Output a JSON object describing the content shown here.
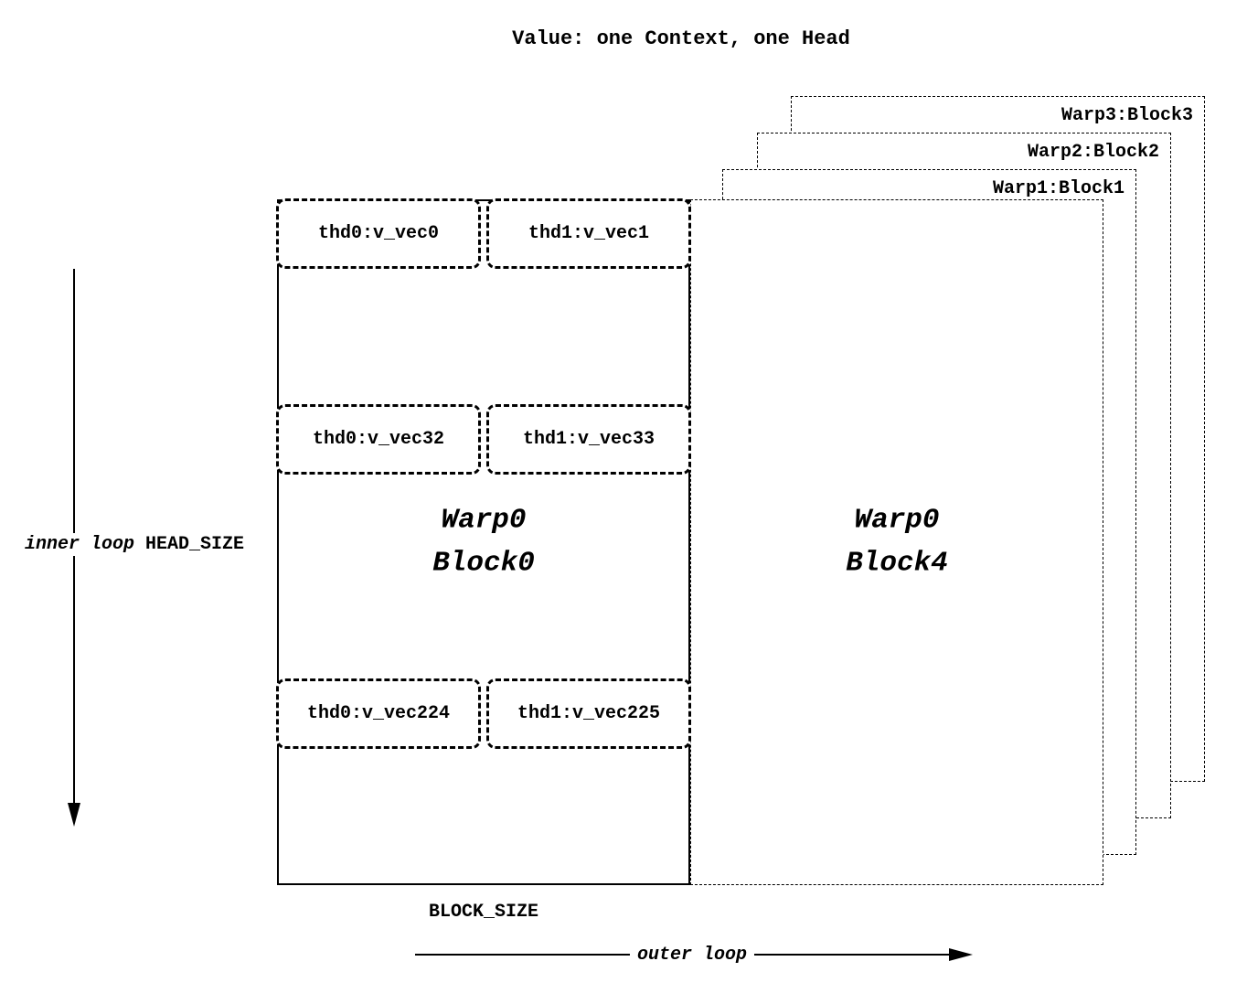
{
  "title": "Value: one Context, one Head",
  "back_blocks": [
    {
      "label": "Warp3:Block3"
    },
    {
      "label": "Warp2:Block2"
    },
    {
      "label": "Warp1:Block1"
    }
  ],
  "block4": {
    "line1": "Warp0",
    "line2": "Block4"
  },
  "block0": {
    "line1": "Warp0",
    "line2": "Block0",
    "rows": [
      {
        "left": "thd0:v_vec0",
        "right": "thd1:v_vec1"
      },
      {
        "left": "thd0:v_vec32",
        "right": "thd1:v_vec33"
      },
      {
        "left": "thd0:v_vec224",
        "right": "thd1:v_vec225"
      }
    ]
  },
  "axes": {
    "inner_loop_label": "inner loop",
    "head_size_label": "HEAD_SIZE",
    "block_size_label": "BLOCK_SIZE",
    "outer_loop_label": "outer loop"
  }
}
